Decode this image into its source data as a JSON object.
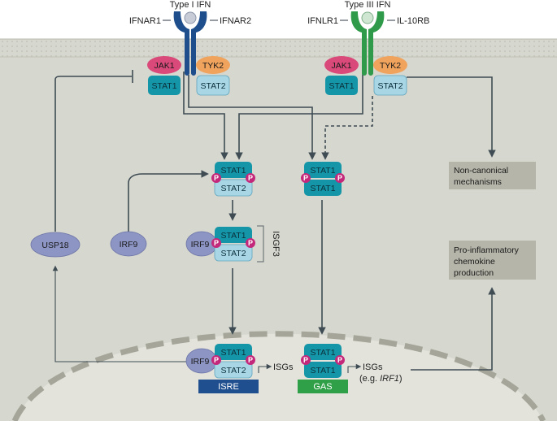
{
  "receptors": {
    "type1": {
      "title": "Type I IFN",
      "left_chain": "IFNAR1",
      "right_chain": "IFNAR2"
    },
    "type3": {
      "title": "Type III IFN",
      "left_chain": "IFNLR1",
      "right_chain": "IL-10RB"
    }
  },
  "kinases": {
    "jak1": "JAK1",
    "tyk2": "TYK2"
  },
  "stats": {
    "stat1": "STAT1",
    "stat2": "STAT2",
    "phospho": "P"
  },
  "factors": {
    "irf9": "IRF9",
    "usp18": "USP18",
    "isgf3": "ISGF3"
  },
  "elements": {
    "isre": "ISRE",
    "gas": "GAS"
  },
  "outputs": {
    "isgs": "ISGs",
    "isgs_example_prefix": "(e.g. ",
    "isgs_example_gene": "IRF1",
    "isgs_example_suffix": ")",
    "noncanonical_line1": "Non-canonical",
    "noncanonical_line2": "mechanisms",
    "proinflam_line1": "Pro-inflammatory",
    "proinflam_line2": "chemokine",
    "proinflam_line3": "production"
  },
  "colors": {
    "membrane": "#dcdcd2",
    "cytoplasm": "#d6d7cf",
    "nucleus": "#e3e3dc",
    "type1_receptor": "#1f4e8c",
    "type3_receptor": "#2e9a4a",
    "jak1": "#d94a7a",
    "tyk2": "#f0a35c",
    "stat1": "#1596a8",
    "stat2": "#a9d6e5",
    "phospho": "#c4287a",
    "irf9_usp18": "#8d95c4",
    "isre": "#1f4f8f",
    "gas": "#2fa047",
    "info_box": "#b5b5aa"
  }
}
